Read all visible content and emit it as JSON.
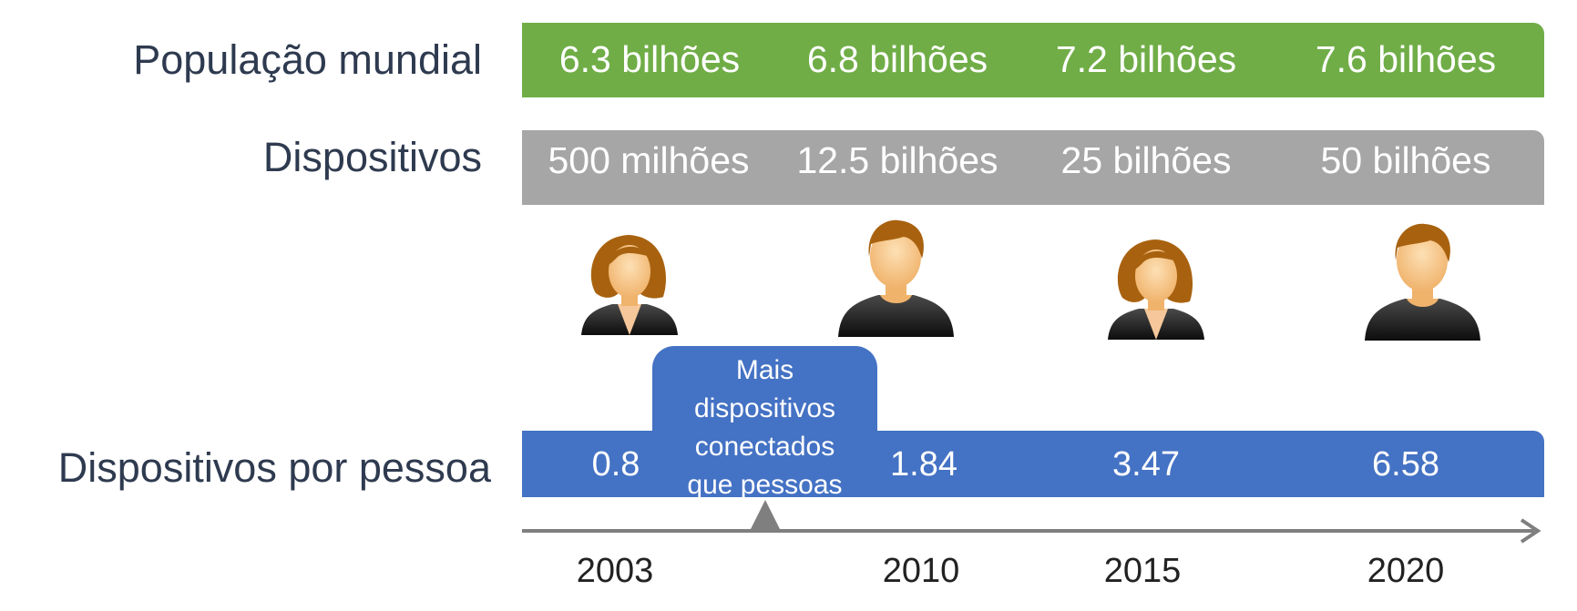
{
  "colors": {
    "population": "#70ad47",
    "devices": "#a6a6a6",
    "per_person": "#4472c4",
    "axis": "#7f7f7f",
    "label_text": "#2e3a4f"
  },
  "rows": {
    "population": {
      "label": "População mundial",
      "values": [
        "6.3 bilhões",
        "6.8 bilhões",
        "7.2 bilhões",
        "7.6 bilhões"
      ]
    },
    "devices": {
      "label": "Dispositivos",
      "values": [
        "500 milhões",
        "12.5 bilhões",
        "25 bilhões",
        "50 bilhões"
      ]
    },
    "per_person": {
      "label": "Dispositivos por pessoa",
      "values": [
        "0.8",
        "1.84",
        "3.47",
        "6.58"
      ]
    }
  },
  "callout": {
    "lines": [
      "Mais",
      "dispositivos",
      "conectados",
      "que pessoas"
    ]
  },
  "years": [
    "2003",
    "2010",
    "2015",
    "2020"
  ],
  "people": [
    {
      "icon": "woman-icon"
    },
    {
      "icon": "man-icon"
    },
    {
      "icon": "woman-icon"
    },
    {
      "icon": "man-icon"
    }
  ]
}
